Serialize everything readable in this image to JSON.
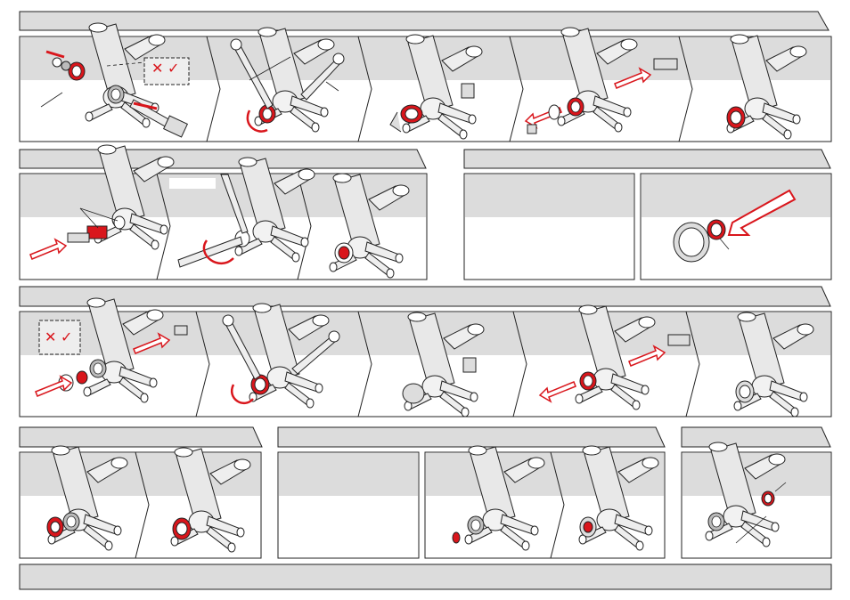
{
  "colors": {
    "accent_red": "#d9161c",
    "frame_gray": "#e3e3e3",
    "band_gray": "#dcdcdc",
    "line": "#222222"
  },
  "icons": [
    "frame-icon",
    "bearing-icon",
    "crank-tool-icon",
    "arrow-icon",
    "rotate-arrow-icon",
    "cross-icon",
    "check-icon"
  ],
  "sections": [
    {
      "id": "row1",
      "steps": 5
    },
    {
      "id": "row2a",
      "steps": 3
    },
    {
      "id": "row2b",
      "steps": 2
    },
    {
      "id": "row3",
      "steps": 5
    },
    {
      "id": "row4a",
      "steps": 2
    },
    {
      "id": "row4b",
      "steps": 3
    },
    {
      "id": "row4c",
      "steps": 1
    },
    {
      "id": "footer",
      "steps": 0
    }
  ]
}
